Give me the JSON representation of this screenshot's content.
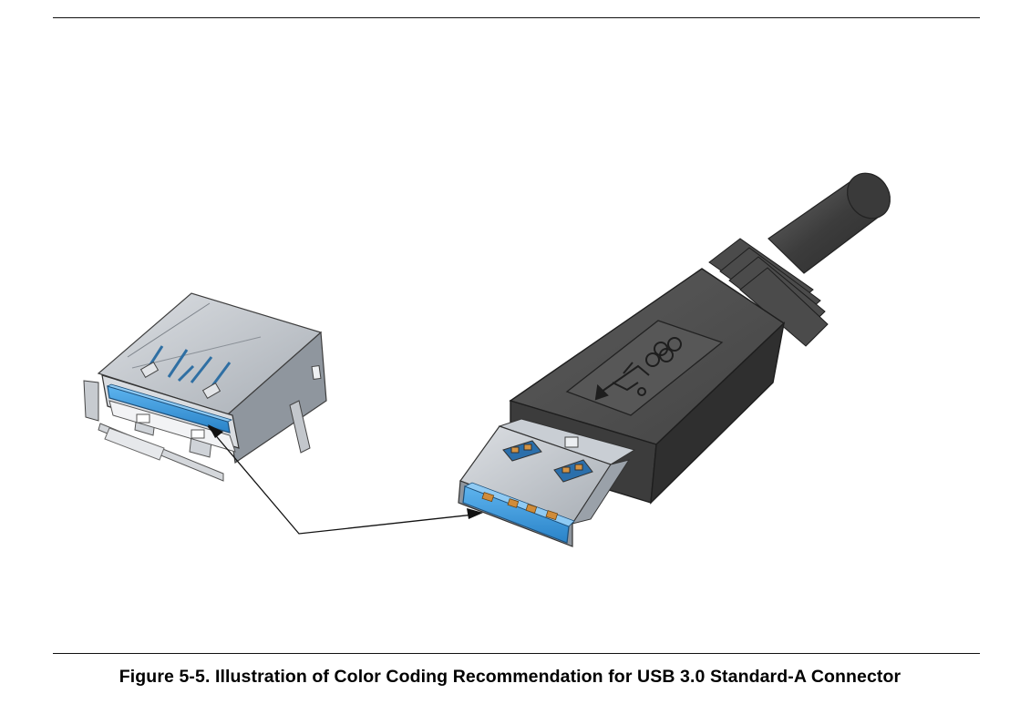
{
  "document": {
    "caption": "Figure 5-5.  Illustration of Color Coding Recommendation for USB 3.0 Standard-A Connector"
  },
  "figure": {
    "receptacle_icon": "usb-3-receptacle-illustration",
    "plug_icon": "usb-3-plug-illustration",
    "plug_logo_icon": "superspeed-usb-logo-icon",
    "callout_icon": "callout-leader-line",
    "colors": {
      "insert_blue": "#3a97dc",
      "plug_body": "#474747",
      "metal": "#b9bfc6",
      "contact_orange": "#c98a3a"
    }
  }
}
